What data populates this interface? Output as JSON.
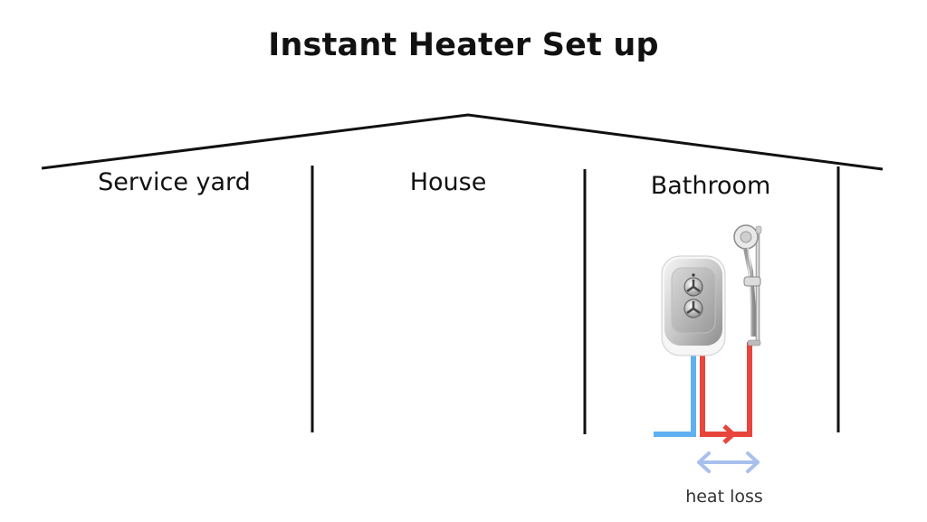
{
  "title": "Instant Heater Set up",
  "rooms": [
    {
      "label": "Service yard"
    },
    {
      "label": "House"
    },
    {
      "label": "Bathroom"
    }
  ],
  "annotation": "heat loss",
  "colors": {
    "cold_pipe": "#5fb0f0",
    "hot_pipe": "#e8453c",
    "heat_loss_arrow": "#a9c0ee",
    "line": "#111111"
  },
  "icons": [
    "instant-heater-icon",
    "shower-head-icon"
  ]
}
